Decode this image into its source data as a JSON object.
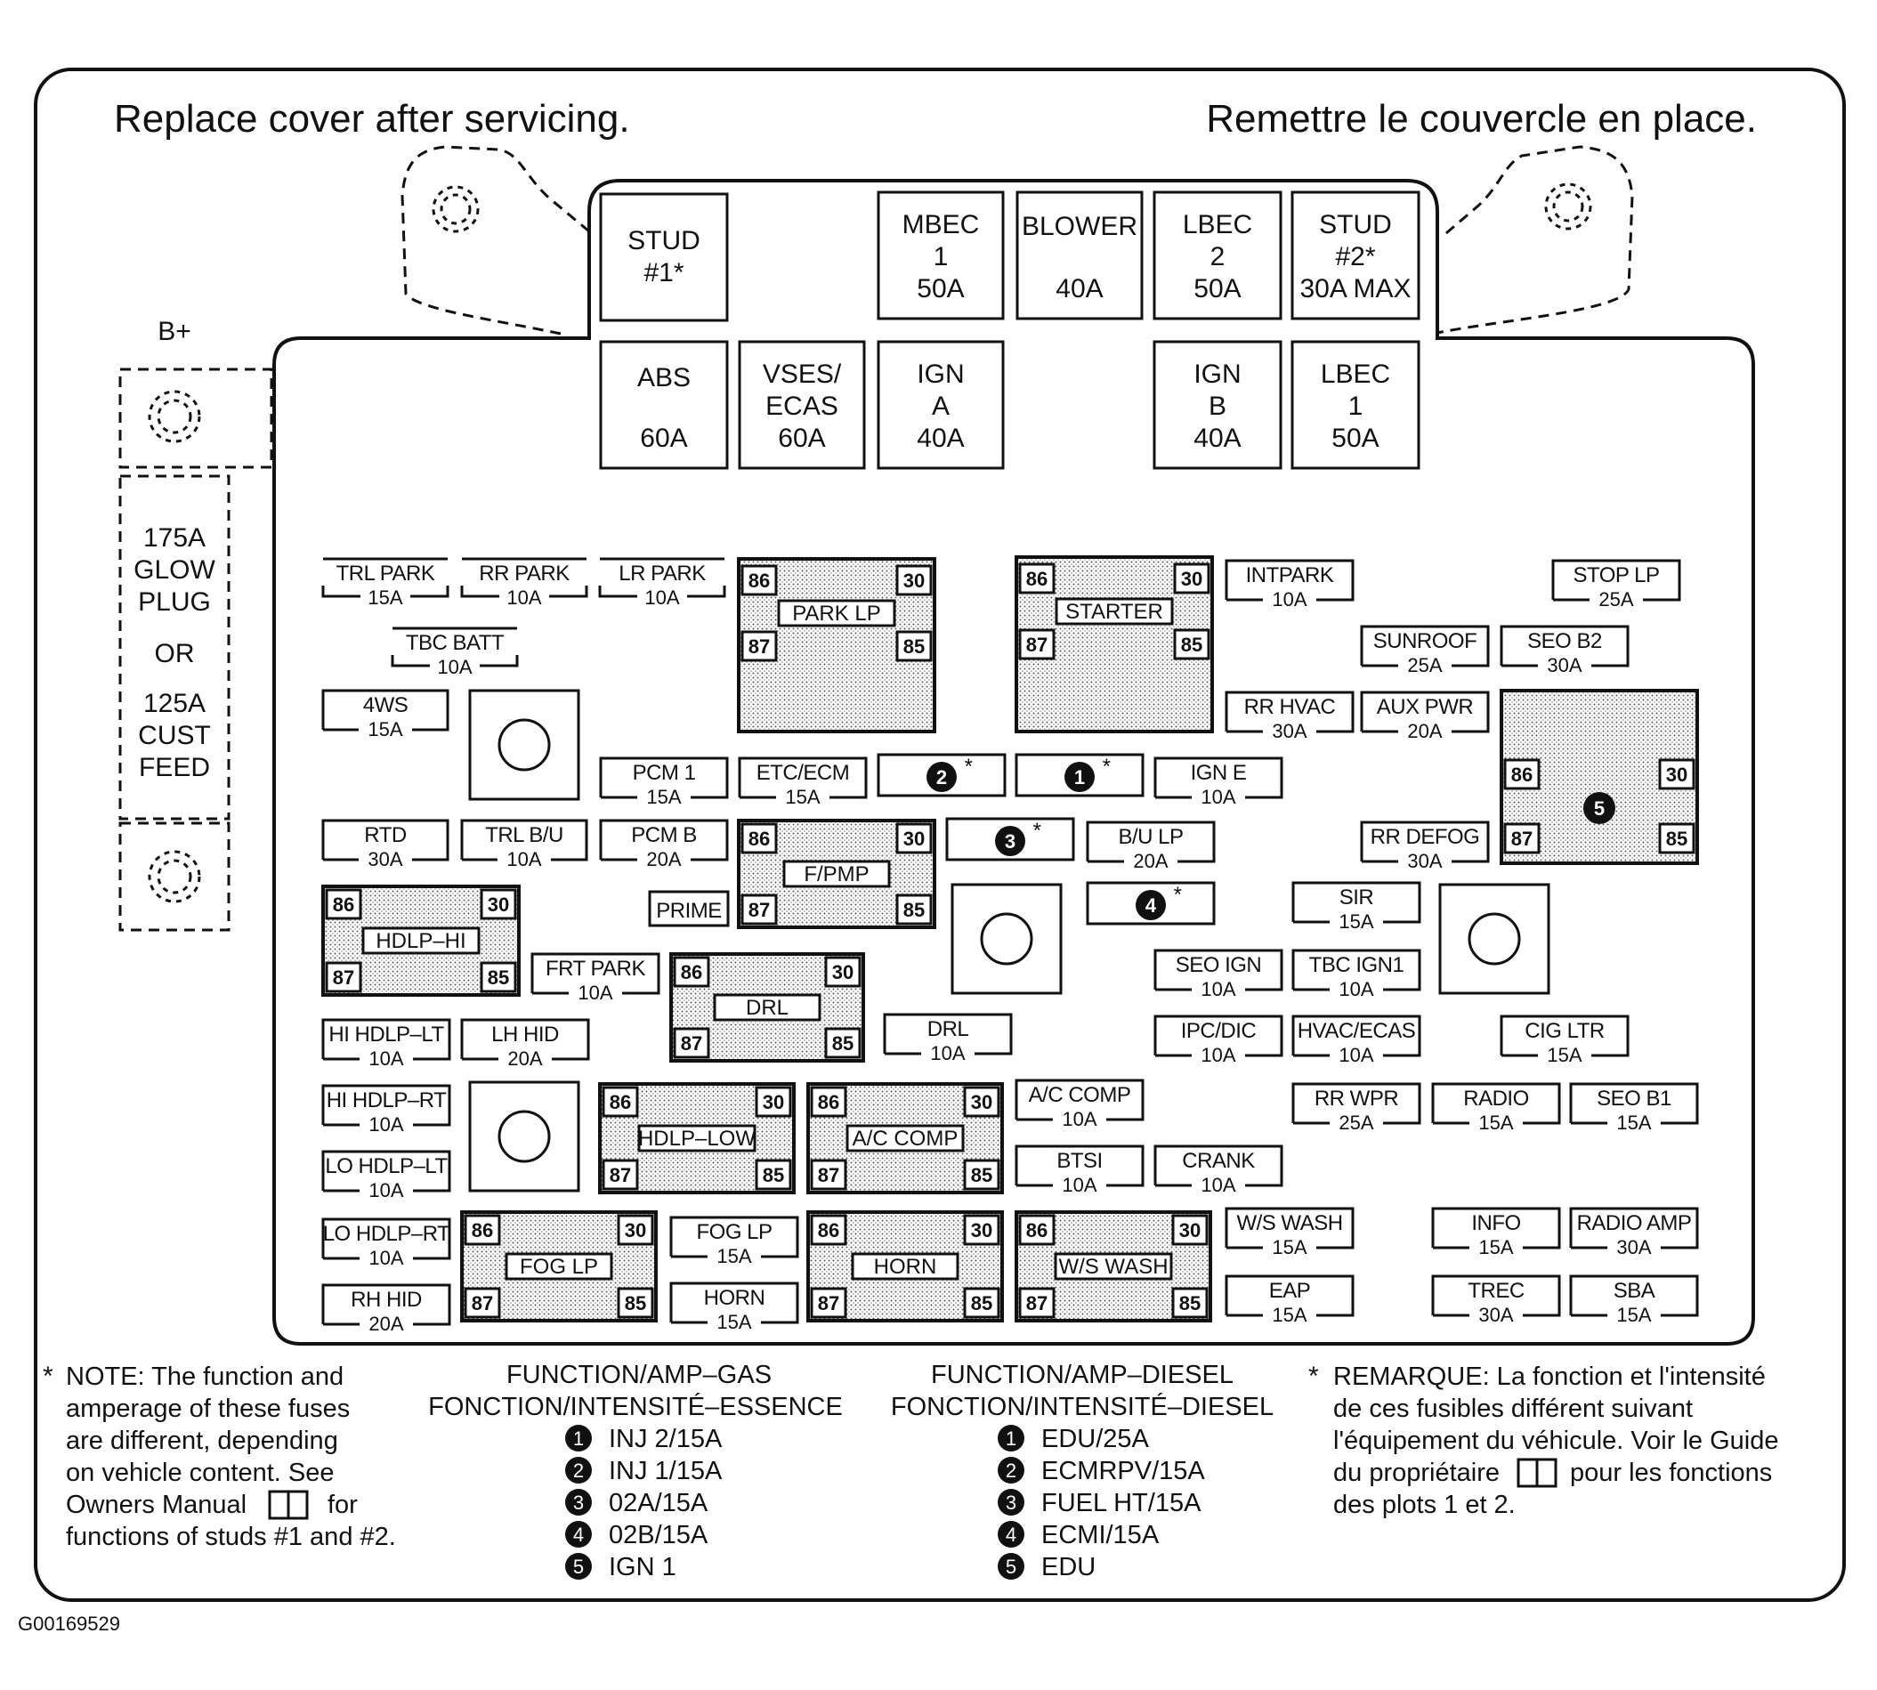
{
  "header": {
    "left": "Replace cover after servicing.",
    "right": "Remettre le couvercle en place."
  },
  "b_plus": "B+",
  "side_fuse": [
    "175A",
    "GLOW",
    "PLUG",
    "OR",
    "125A",
    "CUST",
    "FEED"
  ],
  "maxi_fuses": [
    {
      "id": "stud1",
      "lines": [
        "STUD",
        "#1*"
      ]
    },
    {
      "id": "mbec1",
      "lines": [
        "MBEC",
        "1",
        "50A"
      ]
    },
    {
      "id": "blower",
      "lines": [
        "BLOWER",
        "40A"
      ]
    },
    {
      "id": "lbec2",
      "lines": [
        "LBEC",
        "2",
        "50A"
      ]
    },
    {
      "id": "stud2",
      "lines": [
        "STUD",
        "#2*",
        "30A MAX"
      ]
    },
    {
      "id": "abs",
      "lines": [
        "ABS",
        "60A"
      ]
    },
    {
      "id": "vses",
      "lines": [
        "VSES/",
        "ECAS",
        "60A"
      ]
    },
    {
      "id": "igna",
      "lines": [
        "IGN",
        "A",
        "40A"
      ]
    },
    {
      "id": "ignb",
      "lines": [
        "IGN",
        "B",
        "40A"
      ]
    },
    {
      "id": "lbec1",
      "lines": [
        "LBEC",
        "1",
        "50A"
      ]
    }
  ],
  "mini_fuses": [
    {
      "id": "trl-park",
      "name": "TRL PARK",
      "amp": "15A",
      "style": "open"
    },
    {
      "id": "rr-park",
      "name": "RR PARK",
      "amp": "10A",
      "style": "open"
    },
    {
      "id": "lr-park",
      "name": "LR PARK",
      "amp": "10A",
      "style": "open"
    },
    {
      "id": "tbc-batt",
      "name": "TBC BATT",
      "amp": "10A",
      "style": "open"
    },
    {
      "id": "4ws",
      "name": "4WS",
      "amp": "15A"
    },
    {
      "id": "pcm1",
      "name": "PCM 1",
      "amp": "15A"
    },
    {
      "id": "etc-ecm",
      "name": "ETC/ECM",
      "amp": "15A"
    },
    {
      "id": "rtd",
      "name": "RTD",
      "amp": "30A"
    },
    {
      "id": "trl-bu",
      "name": "TRL B/U",
      "amp": "10A"
    },
    {
      "id": "pcm-b",
      "name": "PCM B",
      "amp": "20A"
    },
    {
      "id": "prime",
      "name": "PRIME",
      "amp": ""
    },
    {
      "id": "frt-park",
      "name": "FRT PARK",
      "amp": "10A"
    },
    {
      "id": "hi-hdlp-lt",
      "name": "HI HDLP–LT",
      "amp": "10A"
    },
    {
      "id": "lh-hid",
      "name": "LH HID",
      "amp": "20A"
    },
    {
      "id": "drl-fuse",
      "name": "DRL",
      "amp": "10A"
    },
    {
      "id": "hi-hdlp-rt",
      "name": "HI HDLP–RT",
      "amp": "10A"
    },
    {
      "id": "lo-hdlp-lt",
      "name": "LO HDLP–LT",
      "amp": "10A"
    },
    {
      "id": "lo-hdlp-rt",
      "name": "LO HDLP–RT",
      "amp": "10A"
    },
    {
      "id": "rh-hid",
      "name": "RH HID",
      "amp": "20A"
    },
    {
      "id": "fog-lp",
      "name": "FOG LP",
      "amp": "15A"
    },
    {
      "id": "horn-fuse",
      "name": "HORN",
      "amp": "15A"
    },
    {
      "id": "intpark",
      "name": "INTPARK",
      "amp": "10A"
    },
    {
      "id": "stop-lp",
      "name": "STOP LP",
      "amp": "25A"
    },
    {
      "id": "sunroof",
      "name": "SUNROOF",
      "amp": "25A"
    },
    {
      "id": "seo-b2",
      "name": "SEO B2",
      "amp": "30A"
    },
    {
      "id": "rr-hvac",
      "name": "RR HVAC",
      "amp": "30A"
    },
    {
      "id": "aux-pwr",
      "name": "AUX PWR",
      "amp": "20A"
    },
    {
      "id": "ign-e",
      "name": "IGN E",
      "amp": "10A"
    },
    {
      "id": "bu-lp",
      "name": "B/U LP",
      "amp": "20A"
    },
    {
      "id": "rr-defog",
      "name": "RR DEFOG",
      "amp": "30A"
    },
    {
      "id": "sir",
      "name": "SIR",
      "amp": "15A"
    },
    {
      "id": "seo-ign",
      "name": "SEO IGN",
      "amp": "10A"
    },
    {
      "id": "tbc-ign1",
      "name": "TBC IGN1",
      "amp": "10A"
    },
    {
      "id": "ipc-dic",
      "name": "IPC/DIC",
      "amp": "10A"
    },
    {
      "id": "hvac-ecas",
      "name": "HVAC/ECAS",
      "amp": "10A"
    },
    {
      "id": "cig-ltr",
      "name": "CIG LTR",
      "amp": "15A"
    },
    {
      "id": "ac-comp-fuse",
      "name": "A/C COMP",
      "amp": "10A"
    },
    {
      "id": "rr-wpr",
      "name": "RR WPR",
      "amp": "25A"
    },
    {
      "id": "radio",
      "name": "RADIO",
      "amp": "15A"
    },
    {
      "id": "seo-b1",
      "name": "SEO B1",
      "amp": "15A"
    },
    {
      "id": "btsi",
      "name": "BTSI",
      "amp": "10A"
    },
    {
      "id": "crank",
      "name": "CRANK",
      "amp": "10A"
    },
    {
      "id": "ws-wash-fuse",
      "name": "W/S WASH",
      "amp": "15A"
    },
    {
      "id": "info",
      "name": "INFO",
      "amp": "15A"
    },
    {
      "id": "radio-amp",
      "name": "RADIO AMP",
      "amp": "30A"
    },
    {
      "id": "eap",
      "name": "EAP",
      "amp": "15A"
    },
    {
      "id": "trec",
      "name": "TREC",
      "amp": "30A"
    },
    {
      "id": "sba",
      "name": "SBA",
      "amp": "15A"
    }
  ],
  "relays": [
    {
      "id": "park-lp",
      "name": "PARK LP"
    },
    {
      "id": "starter",
      "name": "STARTER"
    },
    {
      "id": "f-pmp",
      "name": "F/PMP"
    },
    {
      "id": "hdlp-hi",
      "name": "HDLP–HI"
    },
    {
      "id": "drl-relay",
      "name": "DRL"
    },
    {
      "id": "hdlp-low",
      "name": "HDLP–LOW"
    },
    {
      "id": "ac-comp-relay",
      "name": "A/C COMP"
    },
    {
      "id": "fog-lp-relay",
      "name": "FOG LP"
    },
    {
      "id": "horn-relay",
      "name": "HORN"
    },
    {
      "id": "ws-wash-relay",
      "name": "W/S WASH"
    },
    {
      "id": "relay-5",
      "name": ""
    }
  ],
  "relay_pins": [
    "86",
    "30",
    "87",
    "85"
  ],
  "numbered_slots": [
    {
      "id": "slot-2",
      "num": "2",
      "star": "*"
    },
    {
      "id": "slot-1",
      "num": "1",
      "star": "*"
    },
    {
      "id": "slot-3",
      "num": "3",
      "star": "*"
    },
    {
      "id": "slot-4",
      "num": "4",
      "star": "*"
    }
  ],
  "relay5_number": "5",
  "note_en": [
    "NOTE:  The function and",
    "amperage of these fuses",
    "are different, depending",
    "on vehicle content.  See",
    "Owners Manual",
    "for",
    "functions of studs #1 and #2."
  ],
  "note_fr": [
    "REMARQUE:  La fonction et l'intensité",
    "de ces fusibles différent suivant",
    "l'équipement du véhicule. Voir le Guide",
    "du propriétaire",
    "pour les fonctions",
    "des plots 1 et 2."
  ],
  "note_star": "*",
  "gas": {
    "title1": "FUNCTION/AMP–GAS",
    "title2": "FONCTION/INTENSITÉ–ESSENCE",
    "items": [
      {
        "n": "1",
        "text": "INJ 2/15A"
      },
      {
        "n": "2",
        "text": "INJ 1/15A"
      },
      {
        "n": "3",
        "text": "02A/15A"
      },
      {
        "n": "4",
        "text": "02B/15A"
      },
      {
        "n": "5",
        "text": "IGN 1"
      }
    ]
  },
  "diesel": {
    "title1": "FUNCTION/AMP–DIESEL",
    "title2": "FONCTION/INTENSITÉ–DIESEL",
    "items": [
      {
        "n": "1",
        "text": "EDU/25A"
      },
      {
        "n": "2",
        "text": "ECMRPV/15A"
      },
      {
        "n": "3",
        "text": "FUEL HT/15A"
      },
      {
        "n": "4",
        "text": "ECMI/15A"
      },
      {
        "n": "5",
        "text": "EDU"
      }
    ]
  },
  "figure_code": "G00169529"
}
